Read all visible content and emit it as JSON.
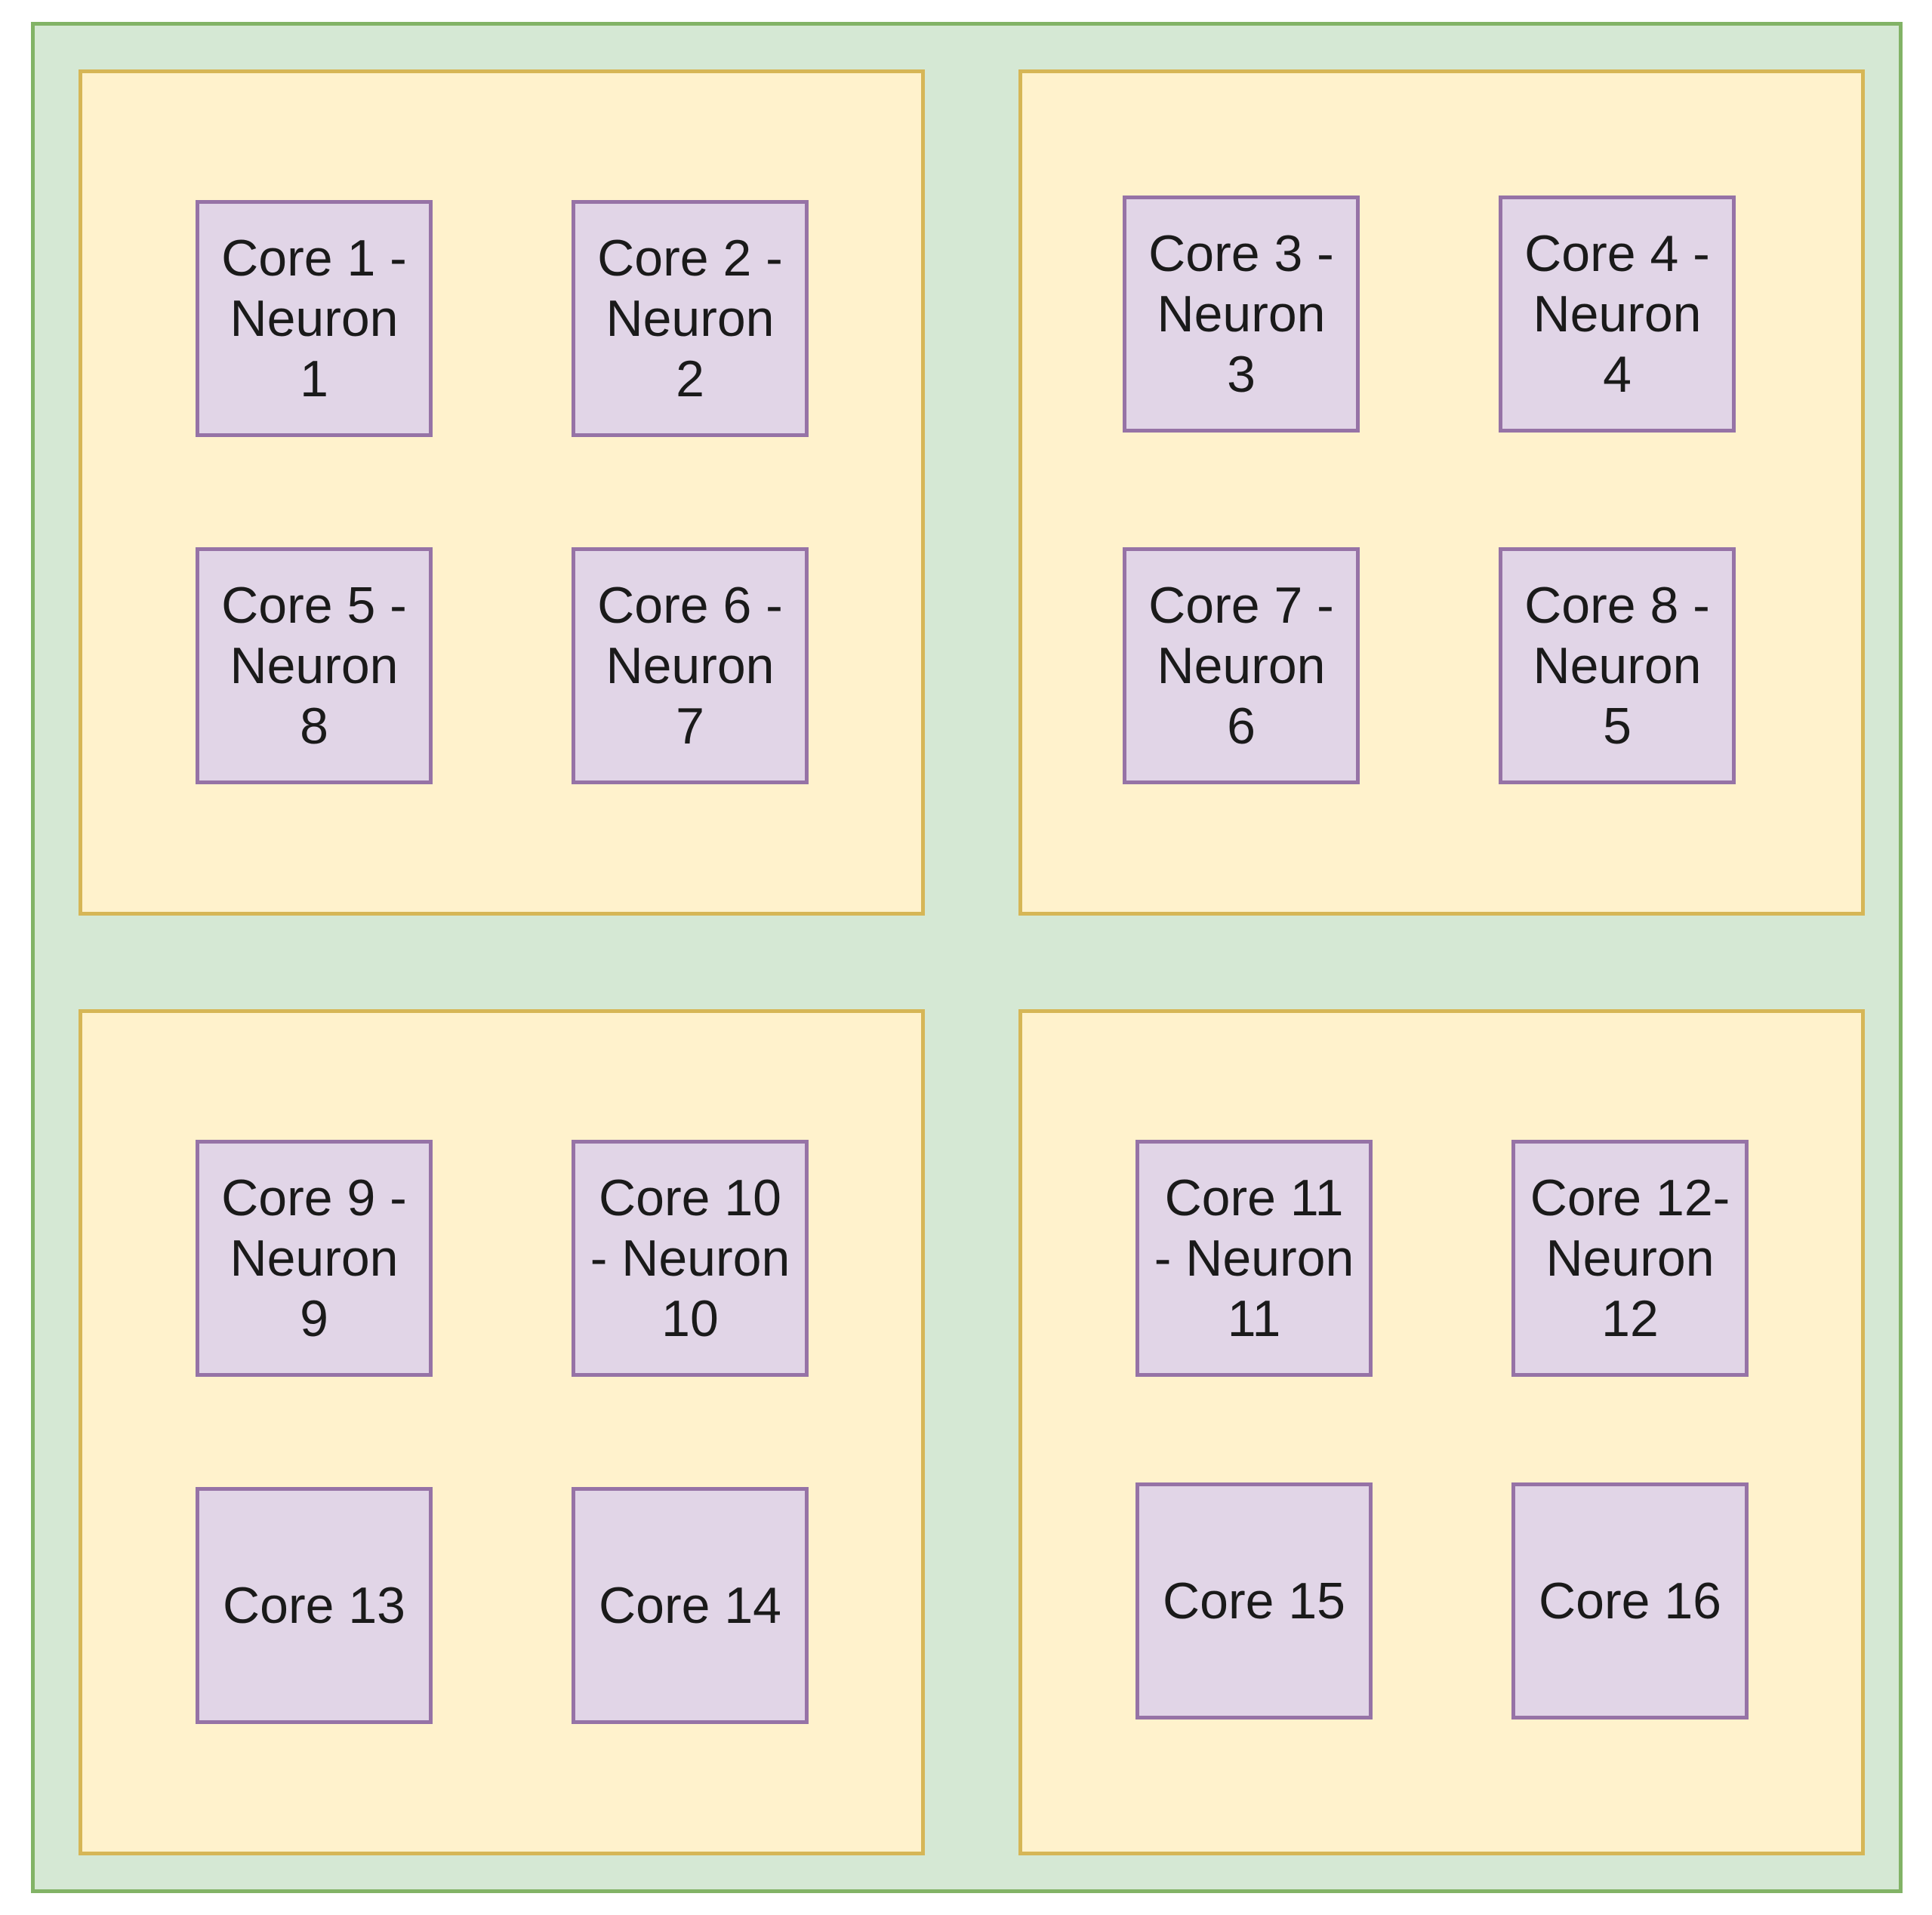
{
  "diagram": {
    "colors": {
      "outer_fill": "#d5e8d4",
      "outer_border": "#82b366",
      "chip_fill": "#fff2cc",
      "chip_border": "#d6b656",
      "core_fill": "#e1d5e7",
      "core_border": "#9673a6"
    },
    "chips": [
      {
        "cores": [
          {
            "label": "Core 1 -\nNeuron\n1"
          },
          {
            "label": "Core 2 -\nNeuron\n2"
          },
          {
            "label": "Core 5 -\nNeuron\n8"
          },
          {
            "label": "Core 6 -\nNeuron\n7"
          }
        ]
      },
      {
        "cores": [
          {
            "label": "Core 3 -\nNeuron\n3"
          },
          {
            "label": "Core 4 -\nNeuron\n4"
          },
          {
            "label": "Core 7 -\nNeuron\n6"
          },
          {
            "label": "Core 8 -\nNeuron\n5"
          }
        ]
      },
      {
        "cores": [
          {
            "label": "Core 9 -\nNeuron\n9"
          },
          {
            "label": "Core 10\n- Neuron\n10"
          },
          {
            "label": "Core 13"
          },
          {
            "label": "Core 14"
          }
        ]
      },
      {
        "cores": [
          {
            "label": "Core 11\n- Neuron\n11"
          },
          {
            "label": "Core 12-\nNeuron\n12"
          },
          {
            "label": "Core 15"
          },
          {
            "label": "Core 16"
          }
        ]
      }
    ]
  }
}
